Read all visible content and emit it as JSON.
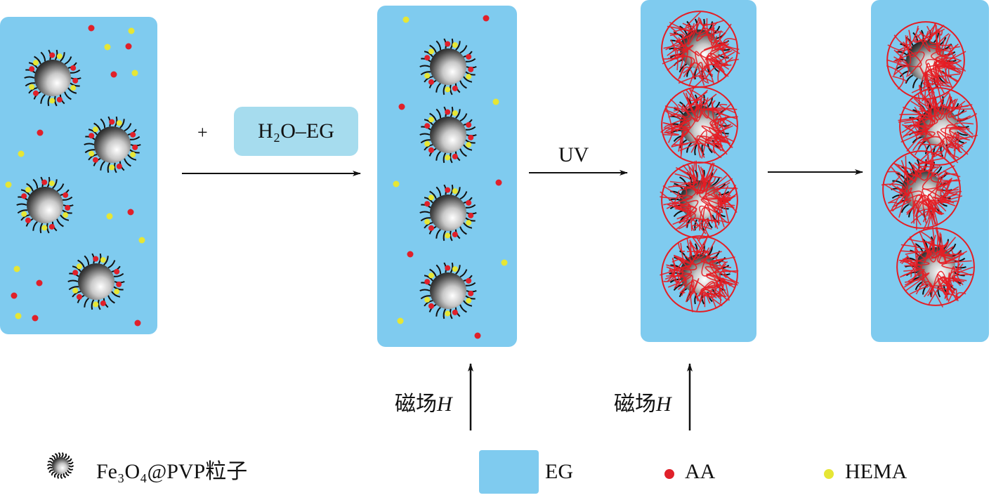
{
  "step1": {
    "plus": "+",
    "reagent": "H₂O–EG"
  },
  "step2": {
    "label": "UV"
  },
  "field_labels": [
    {
      "text_prefix": "磁场",
      "text_var": "H"
    },
    {
      "text_prefix": "磁场",
      "text_var": "H"
    }
  ],
  "legend": {
    "particle": "Fe₃O₄@PVP粒子",
    "eg": "EG",
    "aa": "AA",
    "hema": "HEMA"
  },
  "colors": {
    "panel": "#7fcbef",
    "aa_dot": "#e0202a",
    "hema_dot": "#e6e635",
    "network": "#e51d24",
    "pill": "#a6dcee"
  }
}
